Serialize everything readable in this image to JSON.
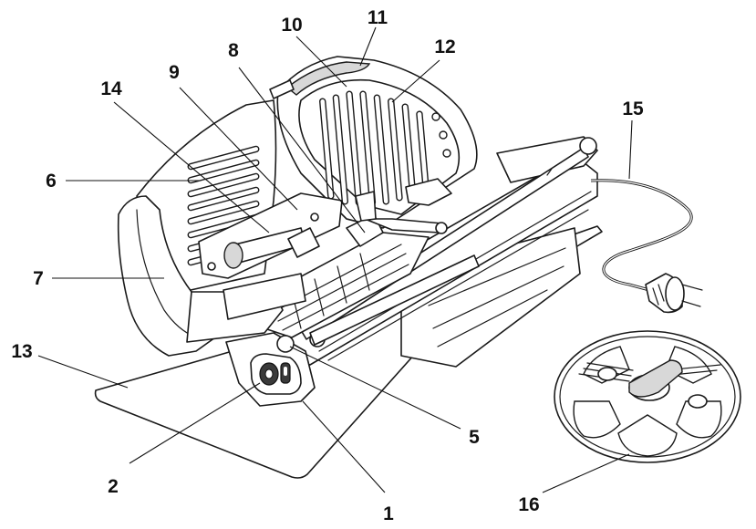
{
  "diagram": {
    "callouts": [
      {
        "id": "1",
        "label": "1"
      },
      {
        "id": "2",
        "label": "2"
      },
      {
        "id": "5",
        "label": "5"
      },
      {
        "id": "6",
        "label": "6"
      },
      {
        "id": "7",
        "label": "7"
      },
      {
        "id": "8",
        "label": "8"
      },
      {
        "id": "9",
        "label": "9"
      },
      {
        "id": "10",
        "label": "10"
      },
      {
        "id": "11",
        "label": "11"
      },
      {
        "id": "12",
        "label": "12"
      },
      {
        "id": "13",
        "label": "13"
      },
      {
        "id": "14",
        "label": "14"
      },
      {
        "id": "15",
        "label": "15"
      },
      {
        "id": "16",
        "label": "16"
      }
    ]
  }
}
